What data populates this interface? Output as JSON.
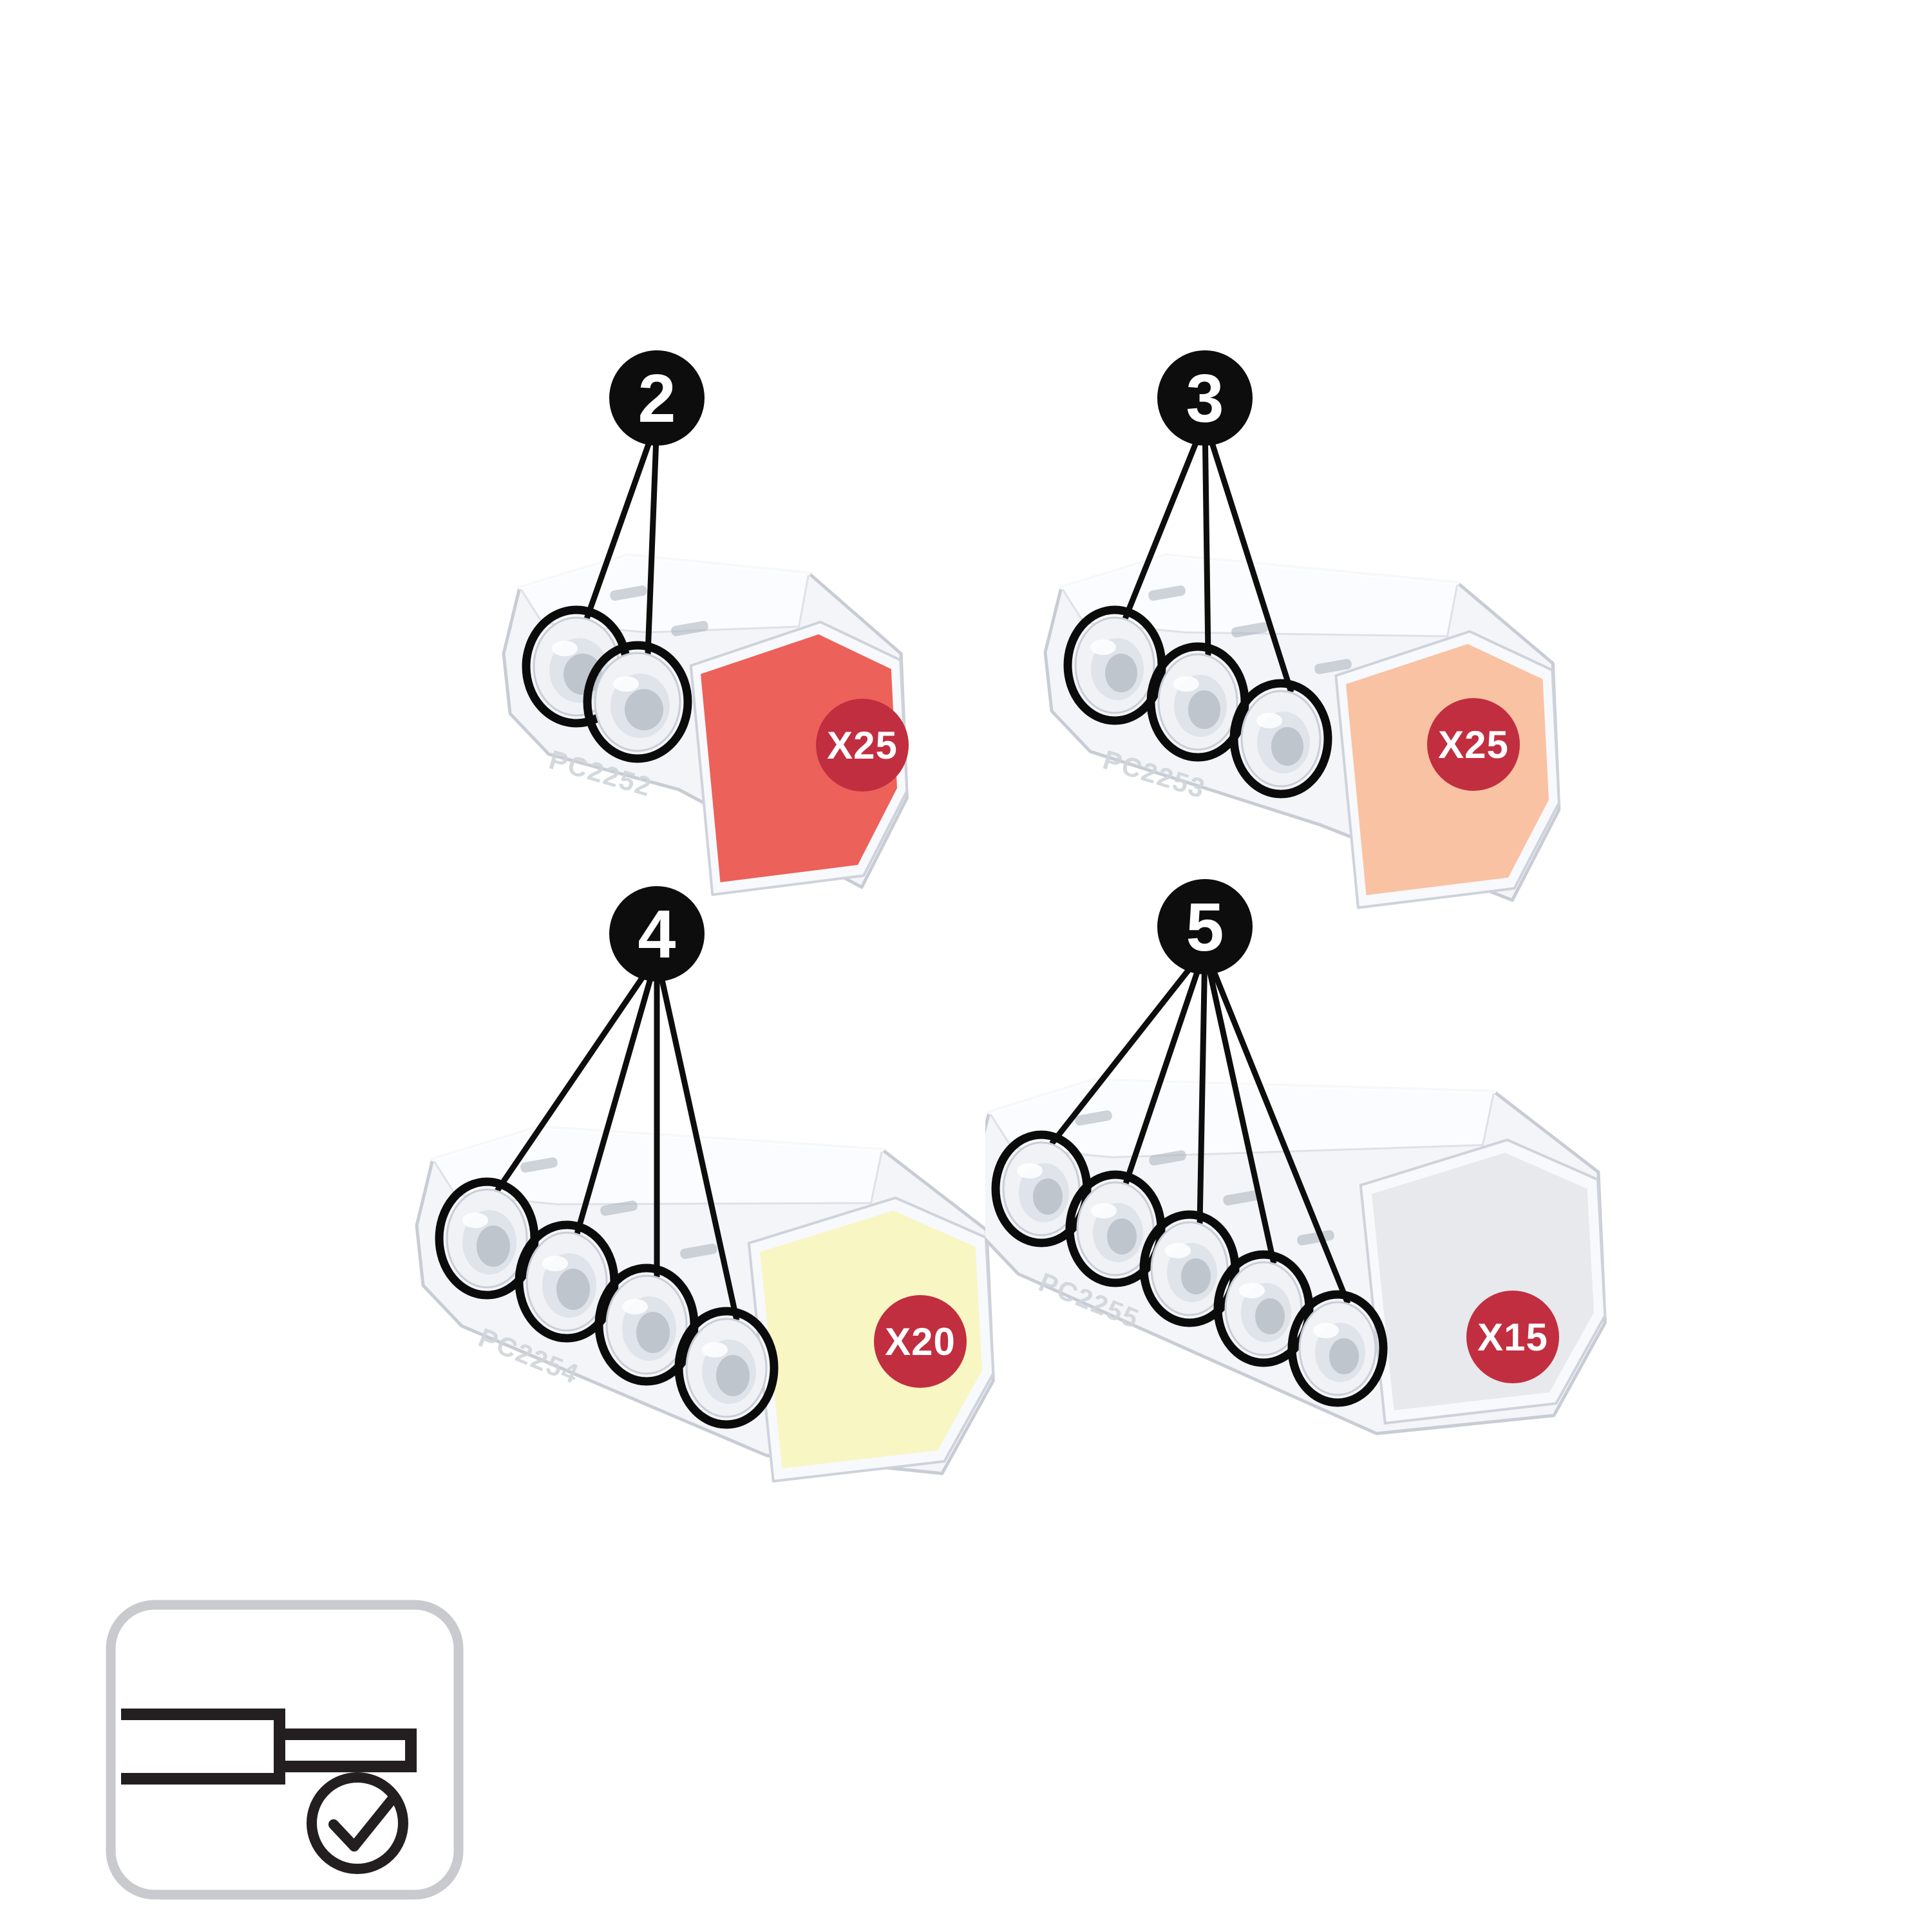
{
  "page": {
    "background_color": "#ffffff",
    "description": "Figure of transparent push-wire connectors in four port counts with pack quantities and a stripped-wire compatibility icon"
  },
  "figure": {
    "number_badge_bg": "#0d0d0d",
    "number_badge_text_color": "#ffffff",
    "count_badge_bg": "#c12e40",
    "count_badge_text_color": "#ffffff",
    "leader_line_color": "#0d0d0d",
    "port_ring_color": "#0b0b0b",
    "plastic_body_fill": "#f3f5f9",
    "plastic_body_stroke": "#c8ccd4",
    "connectors": [
      {
        "name": "2-port push-wire connector",
        "ports": 2,
        "badge_number": "2",
        "pack_count": "X25",
        "face_color": "#ec6159",
        "embossed_code": "PC2252"
      },
      {
        "name": "3-port push-wire connector",
        "ports": 3,
        "badge_number": "3",
        "pack_count": "X25",
        "face_color": "#f9c2a2",
        "embossed_code": "PC2253"
      },
      {
        "name": "4-port push-wire connector",
        "ports": 4,
        "badge_number": "4",
        "pack_count": "X20",
        "face_color": "#f8f6c3",
        "embossed_code": "PC2254"
      },
      {
        "name": "5-port push-wire connector",
        "ports": 5,
        "badge_number": "5",
        "pack_count": "X15",
        "face_color": "#e8e9ed",
        "embossed_code": "PC2255"
      }
    ]
  },
  "legend_icon": {
    "name": "solid-stripped-wire-compatible",
    "border_color": "#c9cacd",
    "glyph_color": "#231f20",
    "symbols": [
      "stripped-wire",
      "checkmark"
    ]
  }
}
